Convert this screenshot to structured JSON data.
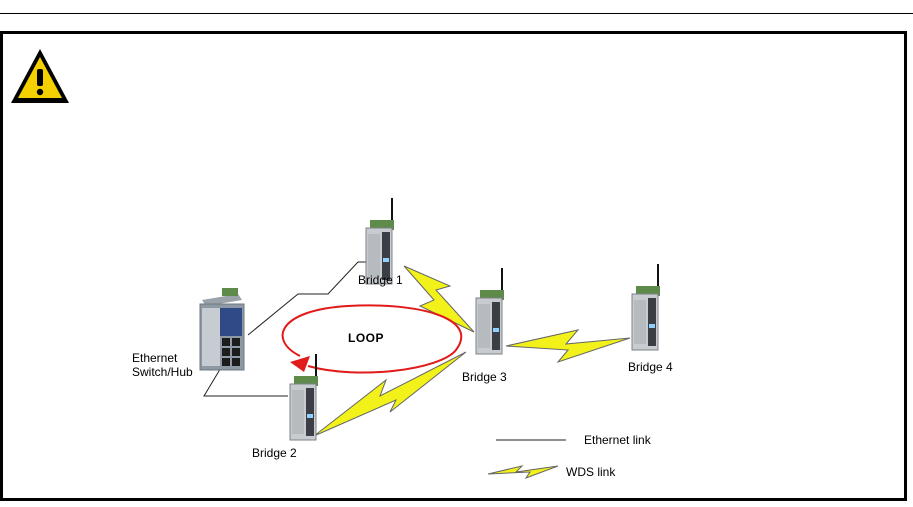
{
  "diagram": {
    "nodes": {
      "switch": {
        "line1": "Ethernet",
        "line2": "Switch/Hub"
      },
      "bridge1": "Bridge 1",
      "bridge2": "Bridge 2",
      "bridge3": "Bridge 3",
      "bridge4": "Bridge 4"
    },
    "loop_label": "LOOP",
    "legend": {
      "ethernet": "Ethernet link",
      "wds": "WDS link"
    },
    "colors": {
      "loop": "#e11a1a",
      "wds_fill": "#f2f21a",
      "warning_fill": "#f5d000"
    },
    "icons": [
      "warning-icon",
      "ethernet-switch-icon",
      "wireless-bridge-icon"
    ]
  }
}
